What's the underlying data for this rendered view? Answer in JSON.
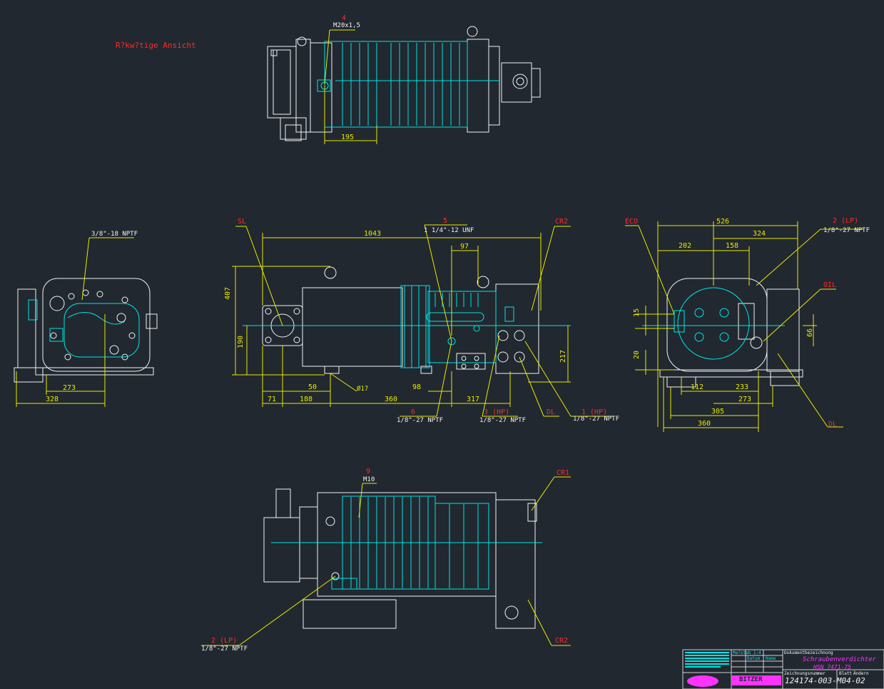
{
  "view_title": "R?kw?tige Ansicht",
  "top_view": {
    "item_4": "4",
    "thread_4": "M20x1,5",
    "dim_195": "195"
  },
  "left_view": {
    "port_label": "3/8\"-18 NPTF",
    "dim_273": "273",
    "dim_328": "328"
  },
  "main_view": {
    "sl": "SL",
    "cr2": "CR2",
    "item_5": "5",
    "thread_5": "1 1/4\"-12 UNF",
    "dim_1043": "1043",
    "dim_97": "97",
    "dim_407": "407",
    "dim_190": "190",
    "dim_217": "217",
    "dim_71": "71",
    "dim_50": "50",
    "dim_188": "188",
    "dim_17": "Ø17",
    "dim_360": "360",
    "dim_98": "98",
    "dim_317": "317",
    "item_6": "6",
    "thread_6": "1/8\"-27 NPTF",
    "item_3hp": "3 (HP)",
    "thread_3hp": "1/8\"-27 NPTF",
    "dl": "DL",
    "item_1hp": "1 (HP)",
    "thread_1hp": "1/8\"-27 NPTF"
  },
  "right_view": {
    "eco": "ECO",
    "dim_526": "526",
    "dim_324": "324",
    "dim_202": "202",
    "dim_158": "158",
    "item_2lp": "2 (LP)",
    "thread_2lp": "1/8\"-27 NPTF",
    "oil": "OIL",
    "dim_15": "15",
    "dim_66": "66",
    "dim_20": "20",
    "dim_112": "112",
    "dim_233": "233",
    "dim_273": "273",
    "dim_305": "305",
    "dim_360": "360",
    "dl": "DL"
  },
  "bottom_view": {
    "item_9": "9",
    "thread_9": "M10",
    "cr1": "CR1",
    "cr2": "CR2",
    "item_2lp": "2 (LP)",
    "thread_2lp": "1/8\"-27 NPTF"
  },
  "title_block": {
    "doc_name_label": "Dokumentbezeichnung",
    "product": "Schraubenverdichter",
    "model": "HSN 7471-75",
    "drawing_number_label": "Zeichnungsnummer",
    "drawing_number": "124174-003-M04-02",
    "scale_label": "Ma?stab 1:4",
    "date_label": "Datum",
    "name_label": "Name",
    "change_label": "Blatt",
    "change_value": "Ändern",
    "brand": "BITZER"
  }
}
